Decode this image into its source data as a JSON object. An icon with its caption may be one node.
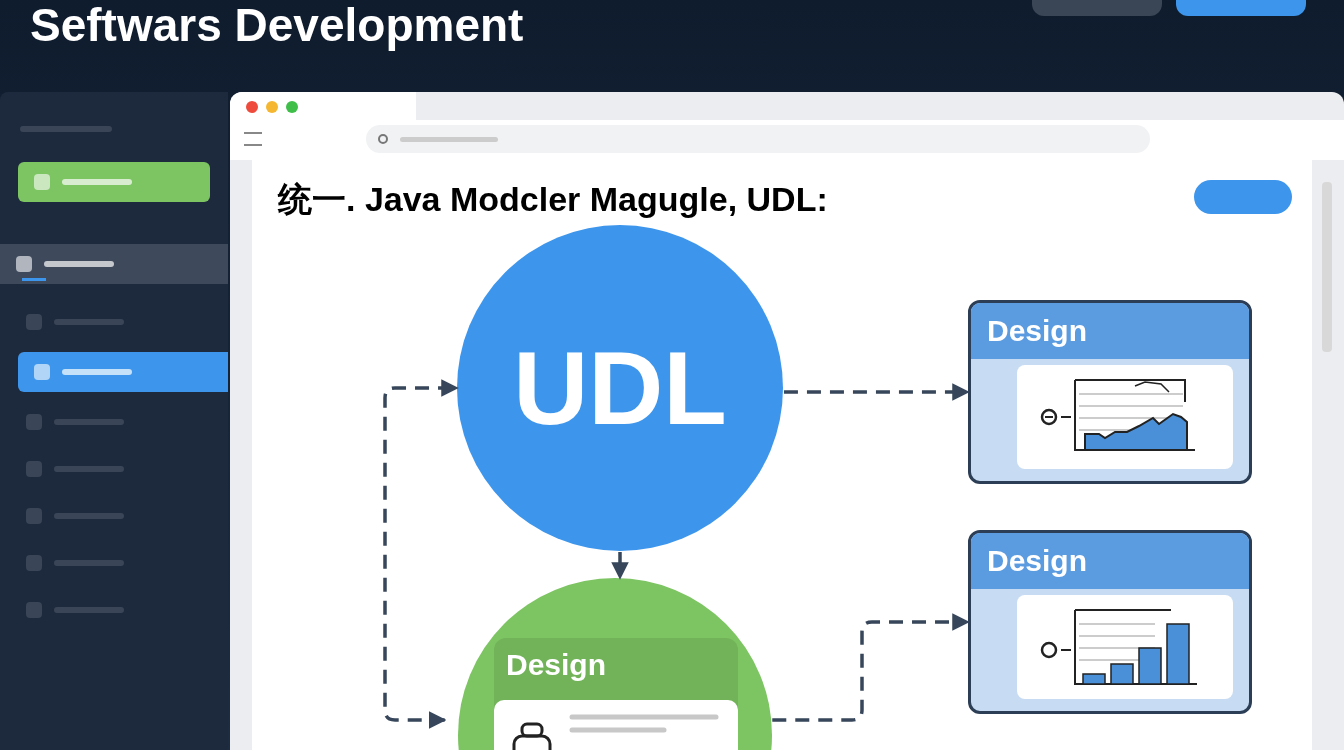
{
  "diagram": {
    "title": "Seftwars Development",
    "nodes": [
      {
        "text": [
          "UDL"
        ]
      },
      {
        "text": [
          "Design"
        ]
      },
      {
        "text": [
          "Design"
        ]
      },
      {
        "text": [
          "Design"
        ]
      }
    ],
    "edges": [
      {
        "from": 0,
        "to": 1,
        "arrow": "to",
        "style": "dashed"
      },
      {
        "from": 0,
        "to": 3,
        "arrow": "to"
      },
      {
        "from": 3,
        "to": 0,
        "arrow": "both",
        "style": "dashed"
      },
      {
        "from": 3,
        "to": 2,
        "arrow": "to",
        "style": "dashed"
      }
    ],
    "labels": [
      "统一. Java Modcler Magugle, UDL:"
    ]
  }
}
